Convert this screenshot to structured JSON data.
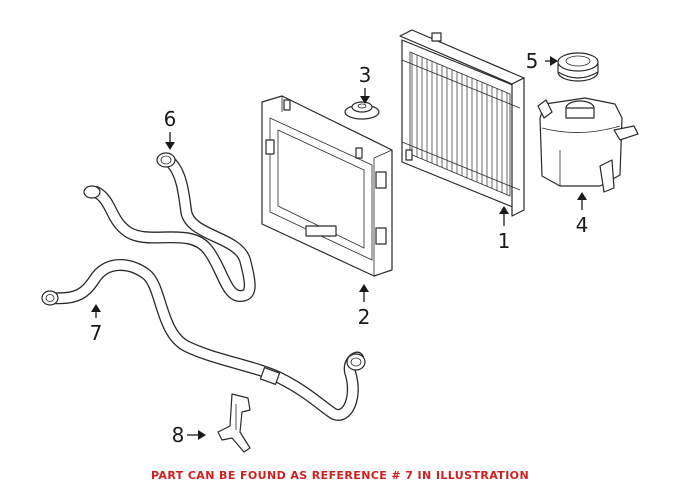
{
  "callouts": [
    {
      "id": "1",
      "label": "1"
    },
    {
      "id": "2",
      "label": "2"
    },
    {
      "id": "3",
      "label": "3"
    },
    {
      "id": "4",
      "label": "4"
    },
    {
      "id": "5",
      "label": "5"
    },
    {
      "id": "6",
      "label": "6"
    },
    {
      "id": "7",
      "label": "7"
    },
    {
      "id": "8",
      "label": "8"
    }
  ],
  "footer": {
    "note": "PART CAN BE FOUND AS REFERENCE # 7 IN ILLUSTRATION",
    "note_color": "#d02020"
  }
}
